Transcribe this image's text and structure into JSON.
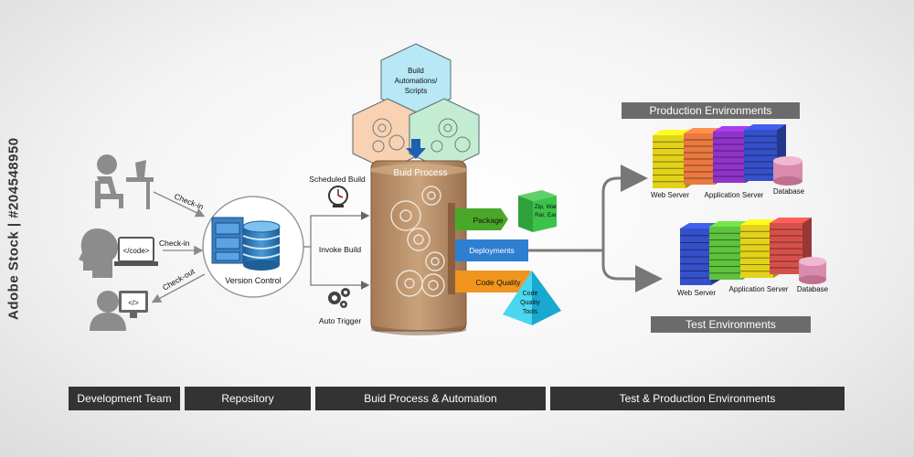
{
  "watermark": "Adobe Stock | #204548950",
  "dev": {
    "checkin1": "Check-in",
    "checkin2": "Check-in",
    "checkout": "Check-out",
    "code_tag": "</code>",
    "code_tag2": "</>"
  },
  "repo": {
    "label": "Version Control"
  },
  "triggers": {
    "scheduled": "Scheduled Build",
    "invoke": "Invoke Build",
    "auto": "Auto Trigger"
  },
  "automation": {
    "line1": "Build",
    "line2": "Automations/",
    "line3": "Scripts"
  },
  "build": {
    "title": "Buid Process"
  },
  "outputs": {
    "package": "Package",
    "deployments": "Deployments",
    "code_quality": "Code Quality",
    "zip_line1": "Zip, War",
    "zip_line2": "Rar, Ear",
    "tools_line1": "Code",
    "tools_line2": "Quality",
    "tools_line3": "Tools"
  },
  "production": {
    "title": "Production Environments",
    "web": "Web Server",
    "app": "Application Server",
    "db": "Database"
  },
  "test": {
    "title": "Test Environments",
    "web": "Web Server",
    "app": "Application Server",
    "db": "Database"
  },
  "bottom_bars": [
    "Development Team",
    "Repository",
    "Buid Process & Automation",
    "Test & Production Environments"
  ],
  "colors": {
    "gray_icon": "#8c8c8c",
    "build_box": "#b78c64",
    "package": "#4aa829",
    "deploy": "#2f7fd0",
    "quality": "#f0961e",
    "hex_blue": "#b8e8f5",
    "hex_orange": "#f8d2b2",
    "hex_green": "#c3ecd3",
    "arrow_blue": "#1f5fb0",
    "server_yellow": "#e2d21a",
    "server_orange": "#e9793f",
    "server_purple": "#8f33c9",
    "server_blue": "#3550c8",
    "server_green": "#5ec23c",
    "server_red": "#d6504a",
    "db_pink": "#d98aad"
  }
}
